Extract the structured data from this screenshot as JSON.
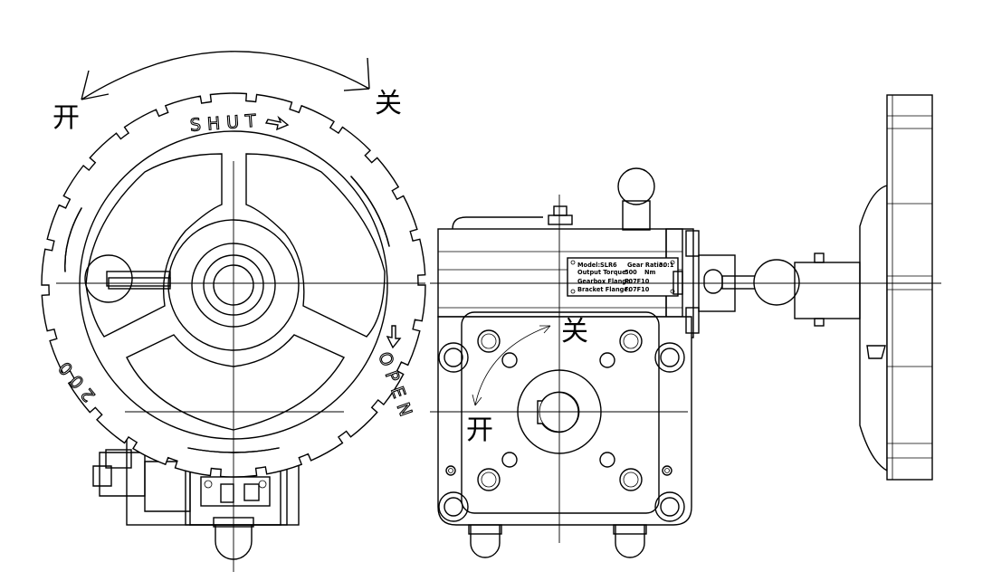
{
  "labels": {
    "open_cn_top": "开",
    "close_cn_top": "关",
    "shut": "SHUT",
    "open": "OPEN",
    "size_code": "200",
    "close_cn_side": "关",
    "open_cn_side": "开"
  },
  "nameplate": {
    "model_label": "Model:",
    "model_value": "SLR6",
    "ratio_label": "Gear Ratio:",
    "ratio_value": "30:1",
    "torque_label": "Output Torque:",
    "torque_value": "500",
    "torque_unit": "Nm",
    "gearbox_label": "Gearbox Flange:",
    "gearbox_value": "F07F10",
    "bracket_label": "Bracket Flange:",
    "bracket_value": "F07F10"
  }
}
